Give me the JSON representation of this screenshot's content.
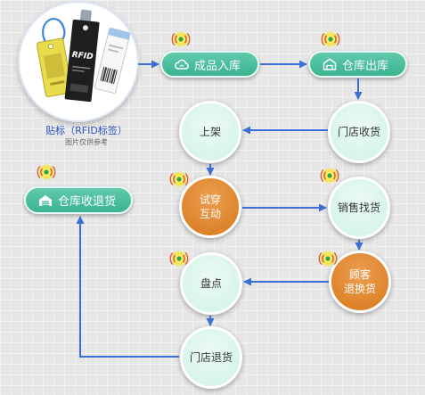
{
  "source": {
    "caption": "贴标（RFID标签）",
    "note": "图片仅供参考",
    "tag_text": "RFID"
  },
  "pills": {
    "finished_goods_in": {
      "label": "成品入库",
      "icon": "cloud-icon"
    },
    "warehouse_out": {
      "label": "仓库出库",
      "icon": "warehouse-icon"
    },
    "warehouse_return_in": {
      "label": "仓库收退货",
      "icon": "warehouse-icon"
    }
  },
  "nodes": {
    "store_receive": {
      "label": "门店收货"
    },
    "shelving": {
      "label": "上架"
    },
    "try_on": {
      "line1": "试穿",
      "line2": "互动"
    },
    "sales_find": {
      "label": "销售找货"
    },
    "customer_return": {
      "line1": "顾客",
      "line2": "退换货"
    },
    "inventory": {
      "label": "盘点"
    },
    "store_return": {
      "label": "门店退货"
    }
  },
  "signal_icon": "rfid-signal-icon",
  "colors": {
    "pill": "#3dbf98",
    "node": "#d7f5ea",
    "highlight_node": "#e8892b",
    "arrow": "#3b6fd6",
    "caption": "#2f52c8",
    "signal": "#f2e443"
  }
}
